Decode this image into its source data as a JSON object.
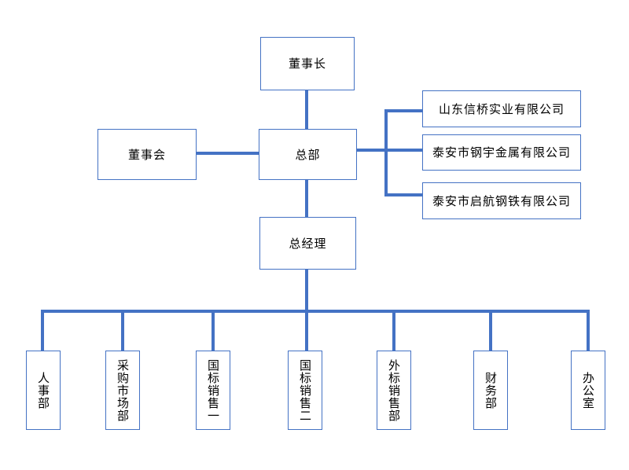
{
  "org": {
    "chairman": {
      "label": "董事长"
    },
    "board": {
      "label": "董事会"
    },
    "hq": {
      "label": "总部"
    },
    "gm": {
      "label": "总经理"
    },
    "companies": [
      {
        "label": "山东信桥实业有限公司"
      },
      {
        "label": "泰安市钢宇金属有限公司"
      },
      {
        "label": "泰安市启航钢铁有限公司"
      }
    ],
    "departments": [
      {
        "label": "人事部"
      },
      {
        "label": "采购市场部"
      },
      {
        "label": "国标销售一"
      },
      {
        "label": "国标销售二"
      },
      {
        "label": "外标销售部"
      },
      {
        "label": "财务部"
      },
      {
        "label": "办公室"
      }
    ],
    "colors": {
      "connector": "#4472C4",
      "node_border": "#4472C4",
      "node_fill": "#FFFFFF",
      "text": "#000000",
      "background": "#FFFFFF"
    }
  }
}
